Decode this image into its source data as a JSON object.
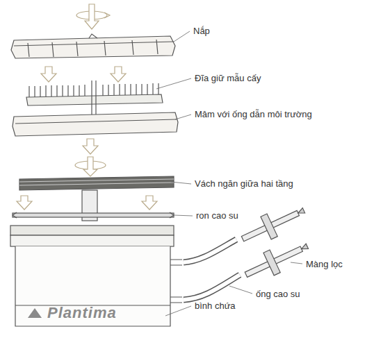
{
  "diagram": {
    "labels": [
      "Nắp",
      "Đĩa giữ mẫu cấy",
      "Mâm với ống dẫn môi trường",
      "Vách ngăn giữa hai tầng",
      "ron cao su",
      "Màng lọc",
      "ống cao su",
      "bình chứa",
      "Plantima"
    ]
  }
}
